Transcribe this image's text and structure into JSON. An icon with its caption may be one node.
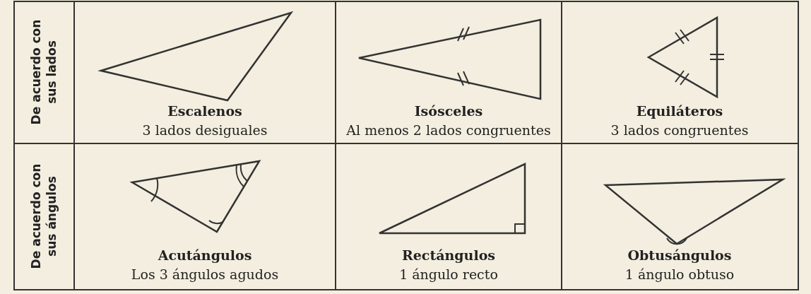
{
  "diagram": {
    "labels": [
      "De acuerdo con sus lados",
      "Escalenos",
      "3 lados desiguales",
      "Isósceles",
      "Al menos 2 lados congruentes",
      "Equiláteros",
      "3 lados congruentes",
      "De acuerdo con sus ángulos",
      "Acutángulos",
      "Los 3 ángulos agudos",
      "Rectángulos",
      "1 ángulo recto",
      "Obtusángulos",
      "1 ángulo obtuso"
    ]
  }
}
